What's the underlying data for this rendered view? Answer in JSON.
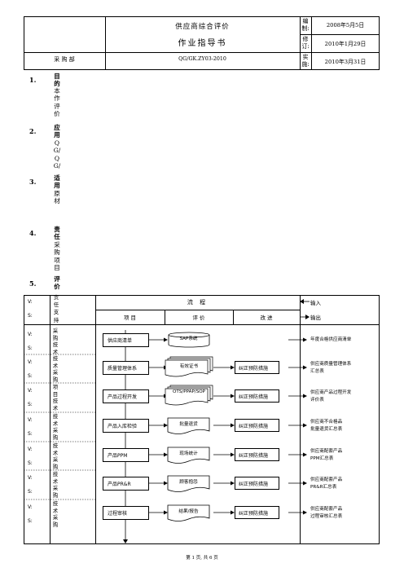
{
  "header": {
    "doc_title": "供应商综合评价",
    "doc_subtitle": "作业指导书",
    "dept": "采 购 部",
    "code": "QG/GK.ZY03-2010",
    "meta": [
      {
        "label": "编制:",
        "value": "2008年5月5日"
      },
      {
        "label": "修订:",
        "value": "2010年1月29日"
      },
      {
        "label": "实施:",
        "value": "2010年3月31日"
      }
    ]
  },
  "sections": [
    {
      "num": "1.",
      "bold_text": "目的",
      "body_text": "本作评价"
    },
    {
      "num": "2.",
      "bold_text": "应用",
      "body_text": "QG/QG/"
    },
    {
      "num": "3.",
      "bold_text": "适用",
      "body_text": "原材"
    },
    {
      "num": "4.",
      "bold_text": "责任",
      "body_text": "采购项目"
    },
    {
      "num": "5.",
      "bold_text": "评价",
      "body_text": ""
    }
  ],
  "flow": {
    "hdr_v": "V:",
    "hdr_s": "S:",
    "hdr_resp": "责任支持",
    "process": "流 程",
    "col_item": "项 目",
    "col_eval": "评 价",
    "col_improve": "改 进",
    "input": "输入",
    "output": "输出",
    "rows": [
      {
        "v": "V:",
        "s": "S:",
        "resp": "采购技术",
        "item": "供应商清单",
        "eval": "SAP系统",
        "improve": "",
        "output": [
          "年度合格供应商清单"
        ]
      },
      {
        "v": "V:",
        "s": "S:",
        "resp": "技术采购",
        "item": "质量管理体系",
        "eval": "有效证书",
        "improve": "纠正预防措施",
        "output": [
          "供应商质量管理体系",
          "汇总表"
        ]
      },
      {
        "v": "V:",
        "s": "S:",
        "resp": "项目技术",
        "item": "产品过程开发",
        "eval": "OTS/PPAP/SOP",
        "improve": "纠正预防措施",
        "output": [
          "供应商产品过程开发",
          "评价表"
        ]
      },
      {
        "v": "V:",
        "s": "S:",
        "resp": "技术采购",
        "item": "产品入库检验",
        "eval": "批量退货",
        "improve": "纠正预防措施",
        "output": [
          "供应商不合格品",
          "批量退货汇总表"
        ]
      },
      {
        "v": "V:",
        "s": "S:",
        "resp": "技术采购",
        "item": "产品PPM",
        "eval": "现场统计",
        "improve": "纠正预防措施",
        "output": [
          "供应商配套产品",
          "PPM汇总表"
        ]
      },
      {
        "v": "V:",
        "s": "S:",
        "resp": "技术采购",
        "item": "产品PR&R",
        "eval": "顾客抱怨",
        "improve": "纠正预防措施",
        "output": [
          "供应商配套产品",
          "PR&R汇总表"
        ]
      },
      {
        "v": "V:",
        "s": "S:",
        "resp": "技术采购",
        "item": "过程审核",
        "eval": "结果/报告",
        "improve": "纠正预防措施",
        "output": [
          "供应商配套产品",
          "过程审核汇总表"
        ]
      }
    ]
  },
  "footer": {
    "page": "第 1 页, 共 6 页"
  }
}
